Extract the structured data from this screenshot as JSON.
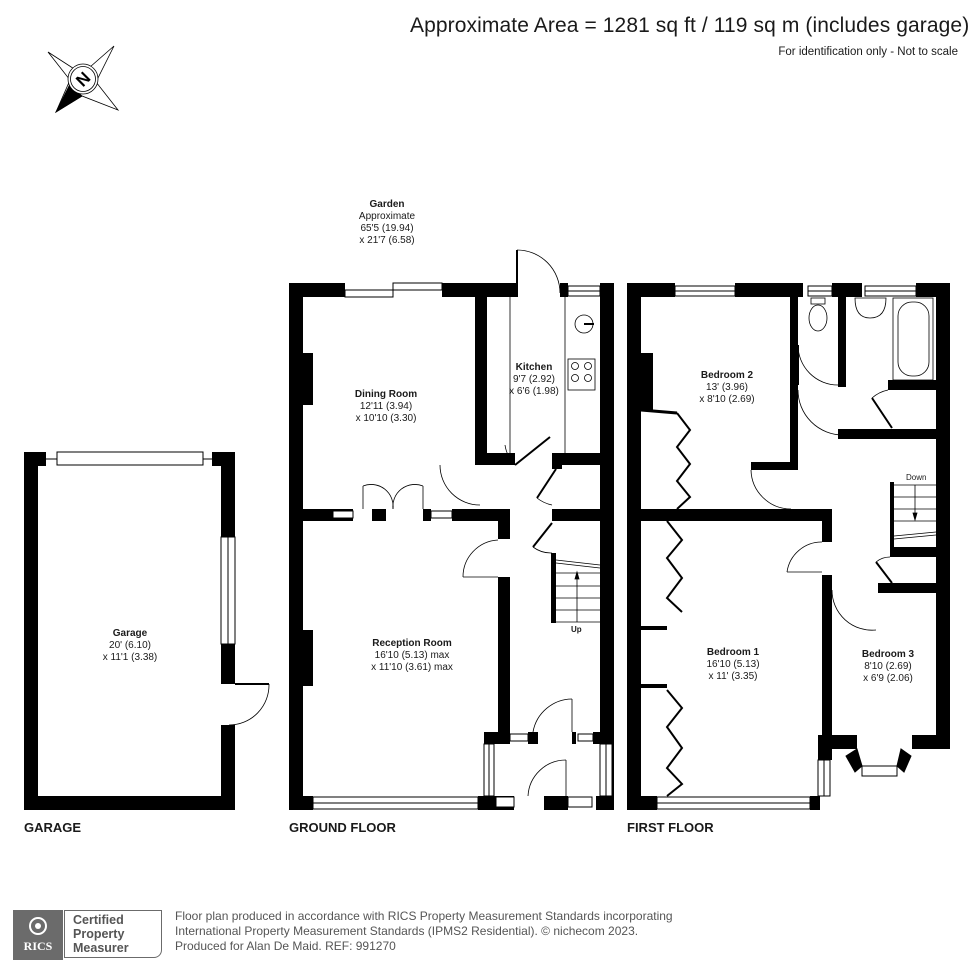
{
  "header": {
    "area_title": "Approximate Area = 1281 sq ft / 119 sq m (includes garage)",
    "disclaimer": "For identification only - Not to scale"
  },
  "compass": {
    "icon": "compass-north-icon",
    "letter": "N"
  },
  "garden": {
    "name": "Garden",
    "note": "Approximate",
    "dim1": "65'5 (19.94)",
    "dim2": "x 21'7 (6.58)"
  },
  "floors": [
    {
      "label": "GARAGE"
    },
    {
      "label": "GROUND FLOOR"
    },
    {
      "label": "FIRST FLOOR"
    }
  ],
  "rooms": {
    "garage": {
      "name": "Garage",
      "dim1": "20' (6.10)",
      "dim2": "x 11'1 (3.38)"
    },
    "dining": {
      "name": "Dining Room",
      "dim1": "12'11 (3.94)",
      "dim2": "x 10'10 (3.30)"
    },
    "kitchen": {
      "name": "Kitchen",
      "dim1": "9'7 (2.92)",
      "dim2": "x 6'6 (1.98)"
    },
    "reception": {
      "name": "Reception Room",
      "dim1": "16'10 (5.13) max",
      "dim2": "x 11'10 (3.61) max"
    },
    "bedroom2": {
      "name": "Bedroom 2",
      "dim1": "13' (3.96)",
      "dim2": "x 8'10 (2.69)"
    },
    "bedroom1": {
      "name": "Bedroom 1",
      "dim1": "16'10 (5.13)",
      "dim2": "x 11' (3.35)"
    },
    "bedroom3": {
      "name": "Bedroom 3",
      "dim1": "8'10 (2.69)",
      "dim2": "x 6'9 (2.06)"
    }
  },
  "stairs": {
    "up_label": "Up",
    "down_label": "Down"
  },
  "footer": {
    "badge_org": "RICS",
    "badge_line1": "Certified",
    "badge_line2": "Property",
    "badge_line3": "Measurer",
    "line1": "Floor plan produced in accordance with RICS Property Measurement Standards incorporating",
    "line2": "International Property Measurement Standards (IPMS2 Residential).   © nichecom 2023.",
    "line3": "Produced for Alan De Maid.   REF: 991270"
  },
  "colors": {
    "wall": "#000000",
    "text": "#1a1a1a",
    "badge": "#6b6b6b"
  }
}
